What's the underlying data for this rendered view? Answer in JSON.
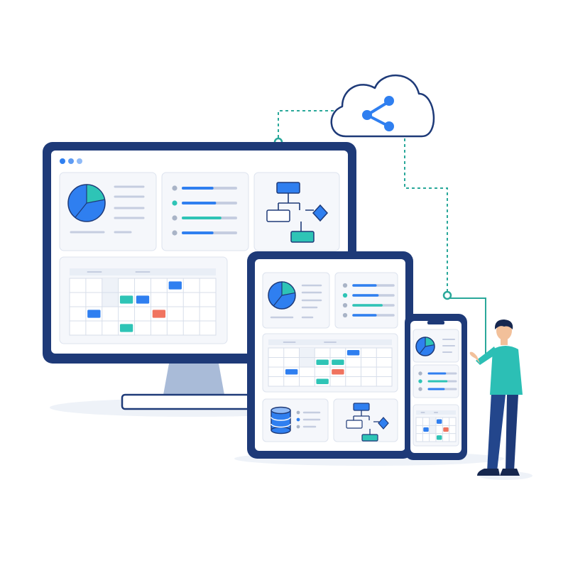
{
  "scene": {
    "colors": {
      "navy": "#1e3a78",
      "blue": "#2f7ff0",
      "teal": "#2ec4b6",
      "tealLine": "#2aa89a",
      "coral": "#f0735f",
      "panel": "#f5f7fb",
      "border": "#dde3ee",
      "skin": "#f2c09a",
      "shirt": "#2cbfb5",
      "pants": "#1e3a78",
      "hair": "#16274f"
    },
    "icons": [
      "cloud-share-icon",
      "pie-chart-icon",
      "flowchart-icon",
      "database-icon",
      "calendar-icon",
      "list-icon"
    ],
    "monitor": {
      "window_dots": 3,
      "pie": {
        "blue": 0.78,
        "teal": 0.22
      },
      "list_progress": [
        0.55,
        0.6,
        0.7,
        0.55
      ],
      "list_dot_colors": [
        "#a9b4c7",
        "#2ec4b6",
        "#a9b4c7",
        "#a9b4c7"
      ],
      "list_bar_colors": [
        "#2f7ff0",
        "#2f7ff0",
        "#2ec4b6",
        "#2f7ff0"
      ],
      "calendar": {
        "rows": 4,
        "cols": 9,
        "events": [
          {
            "row": 0,
            "col": 6,
            "color": "#2f7ff0"
          },
          {
            "row": 1,
            "col": 3,
            "color": "#2ec4b6"
          },
          {
            "row": 1,
            "col": 4,
            "color": "#2f7ff0"
          },
          {
            "row": 2,
            "col": 1,
            "color": "#2f7ff0"
          },
          {
            "row": 2,
            "col": 5,
            "color": "#f0735f"
          },
          {
            "row": 3,
            "col": 3,
            "color": "#2ec4b6"
          }
        ]
      }
    },
    "tablet": {
      "pie": {
        "blue": 0.78,
        "teal": 0.22
      },
      "list_progress": [
        0.55,
        0.6,
        0.7,
        0.55
      ],
      "list_dot_colors": [
        "#a9b4c7",
        "#2ec4b6",
        "#a9b4c7",
        "#a9b4c7"
      ],
      "list_bar_colors": [
        "#2f7ff0",
        "#2f7ff0",
        "#2ec4b6",
        "#2f7ff0"
      ],
      "calendar": {
        "rows": 4,
        "cols": 8,
        "events": [
          {
            "row": 0,
            "col": 5,
            "color": "#2f7ff0"
          },
          {
            "row": 1,
            "col": 3,
            "color": "#2ec4b6"
          },
          {
            "row": 1,
            "col": 4,
            "color": "#2ec4b6"
          },
          {
            "row": 2,
            "col": 1,
            "color": "#2f7ff0"
          },
          {
            "row": 2,
            "col": 4,
            "color": "#f0735f"
          },
          {
            "row": 3,
            "col": 3,
            "color": "#2ec4b6"
          }
        ]
      }
    },
    "phone": {
      "pie": {
        "blue": 0.78,
        "teal": 0.22
      },
      "list_progress": [
        0.6,
        0.65,
        0.55
      ],
      "list_dot_colors": [
        "#a9b4c7",
        "#2ec4b6",
        "#a9b4c7"
      ],
      "list_bar_colors": [
        "#2f7ff0",
        "#2ec4b6",
        "#2f7ff0"
      ],
      "calendar": {
        "rows": 3,
        "cols": 6,
        "events": [
          {
            "row": 0,
            "col": 3,
            "color": "#2f7ff0"
          },
          {
            "row": 1,
            "col": 1,
            "color": "#2f7ff0"
          },
          {
            "row": 1,
            "col": 4,
            "color": "#f0735f"
          },
          {
            "row": 2,
            "col": 3,
            "color": "#2ec4b6"
          }
        ]
      }
    }
  }
}
